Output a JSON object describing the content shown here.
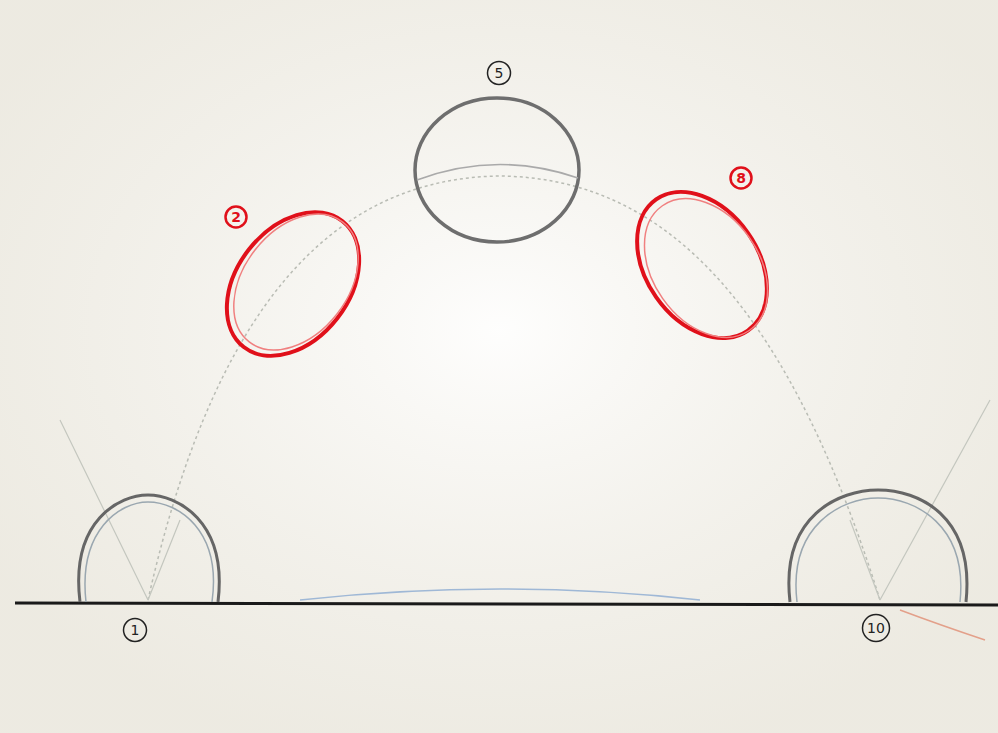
{
  "diagram": {
    "nodes": [
      {
        "text": [
          "5"
        ]
      },
      {
        "text": [
          "2"
        ]
      },
      {
        "text": [
          "8"
        ]
      },
      {
        "text": [
          "1"
        ]
      },
      {
        "text": [
          "10"
        ]
      }
    ]
  }
}
